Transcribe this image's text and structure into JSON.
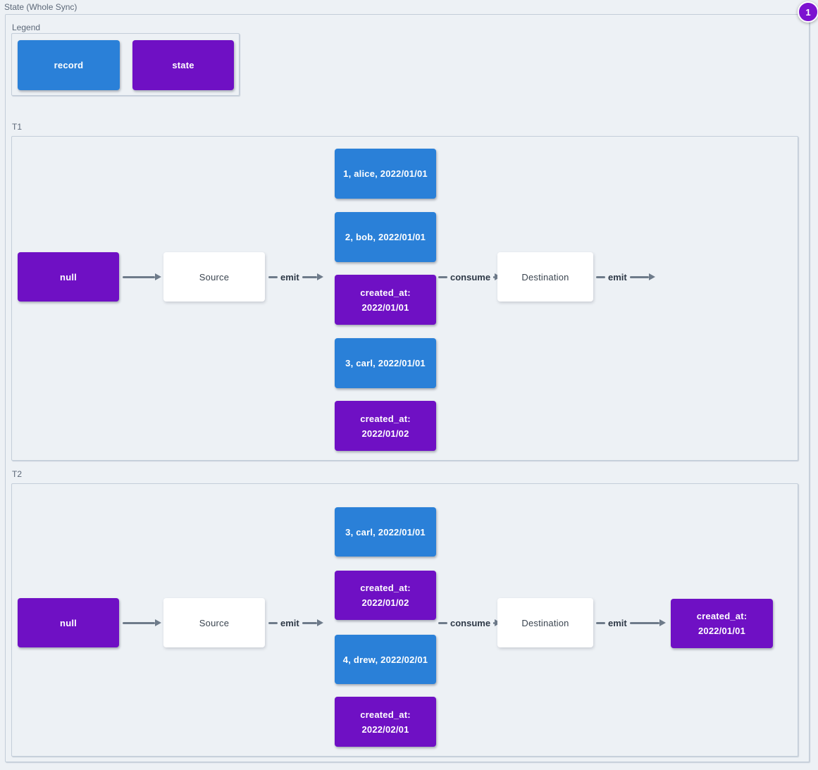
{
  "title": "State (Whole Sync)",
  "badge": {
    "value": "1"
  },
  "colors": {
    "record": "#2a80d8",
    "state": "#6f10c4",
    "badge": "#7c12d0",
    "arrow": "#6e7b8a",
    "background": "#edf1f5",
    "group_border": "#c3cdd9"
  },
  "legend": {
    "label": "Legend",
    "record_label": "record",
    "state_label": "state"
  },
  "t1": {
    "label": "T1",
    "nodes": {
      "null": "null",
      "source": "Source",
      "destination": "Destination"
    },
    "edges": {
      "emit_in": "emit",
      "consume": "consume",
      "emit_out": "emit"
    },
    "stack": [
      {
        "type": "record",
        "text": "1, alice, 2022/01/01"
      },
      {
        "type": "record",
        "text": "2, bob, 2022/01/01"
      },
      {
        "type": "state",
        "line1": "created_at:",
        "line2": "2022/01/01"
      },
      {
        "type": "record",
        "text": "3, carl, 2022/01/01"
      },
      {
        "type": "state",
        "line1": "created_at:",
        "line2": "2022/01/02"
      }
    ]
  },
  "t2": {
    "label": "T2",
    "nodes": {
      "null": "null",
      "source": "Source",
      "destination": "Destination"
    },
    "edges": {
      "emit_in": "emit",
      "consume": "consume",
      "emit_out": "emit"
    },
    "stack": [
      {
        "type": "record",
        "text": "3, carl, 2022/01/01"
      },
      {
        "type": "state",
        "line1": "created_at:",
        "line2": "2022/01/02"
      },
      {
        "type": "record",
        "text": "4, drew, 2022/02/01"
      },
      {
        "type": "state",
        "line1": "created_at:",
        "line2": "2022/02/01"
      }
    ],
    "output": {
      "line1": "created_at:",
      "line2": "2022/01/01"
    }
  }
}
